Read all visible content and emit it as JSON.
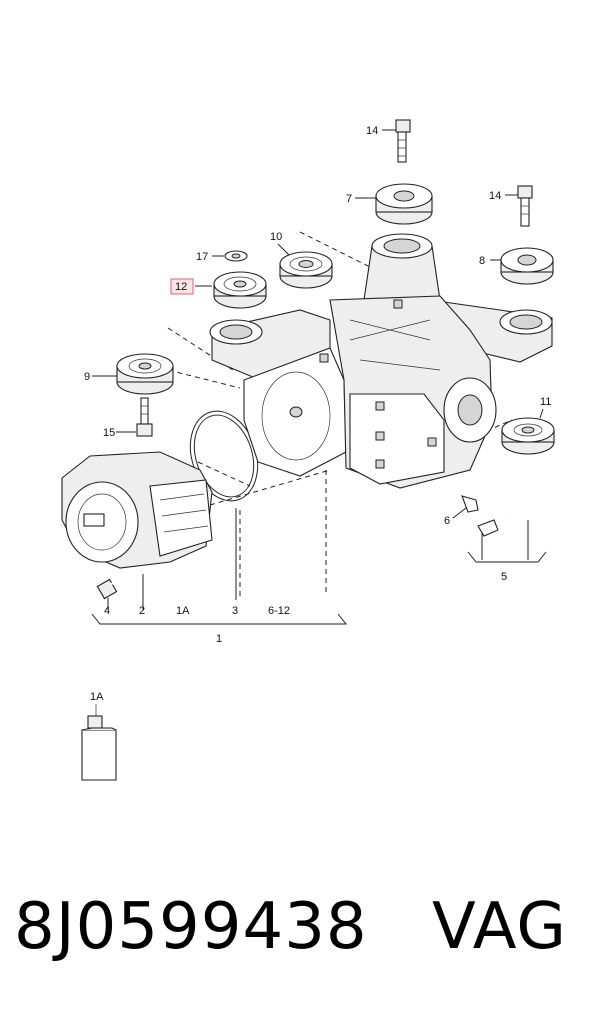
{
  "callouts": {
    "c14a": "14",
    "c14b": "14",
    "c7": "7",
    "c8": "8",
    "c10": "10",
    "c17": "17",
    "c12": "12",
    "c9": "9",
    "c15": "15",
    "c11": "11",
    "c6": "6",
    "c5": "5",
    "c4": "4",
    "c2": "2",
    "c1a": "1A",
    "c3": "3",
    "c6_12": "6-12",
    "c1": "1",
    "c1a_bottle": "1A"
  },
  "highlighted_callout": "12",
  "highlight_color": "#e06070",
  "footer": {
    "part_number": "8J0599438",
    "brand": "VAG"
  }
}
